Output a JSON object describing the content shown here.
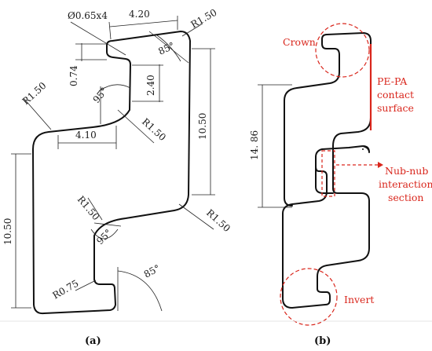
{
  "panel_a": {
    "label": "(a)",
    "dimensions": {
      "hole": "Ø0.65x4",
      "top_width": "4.20",
      "radius_top_right": "R1.50",
      "angle_top": "85°",
      "depth_small": "0.74",
      "angle_upper": "95°",
      "nub_height": "2.40",
      "radius_upper_left": "R1.50",
      "radius_upper_inner": "R1.50",
      "right_height": "10.50",
      "flange_width": "4.10",
      "left_height": "10.50",
      "radius_lower": "R1.50",
      "angle_lower": "95°",
      "radius_lower_right": "R1.50",
      "radius_bottom": "R0.75",
      "angle_bottom": "85°"
    }
  },
  "panel_b": {
    "label": "(b)",
    "total_height": "14. 86",
    "annotations": {
      "crown": "Crown",
      "contact_line1": "PE-PA",
      "contact_line2": "contact",
      "contact_line3": "surface",
      "nub_line1": "Nub-nub",
      "nub_line2": "interaction",
      "nub_line3": "section",
      "invert": "Invert"
    }
  }
}
